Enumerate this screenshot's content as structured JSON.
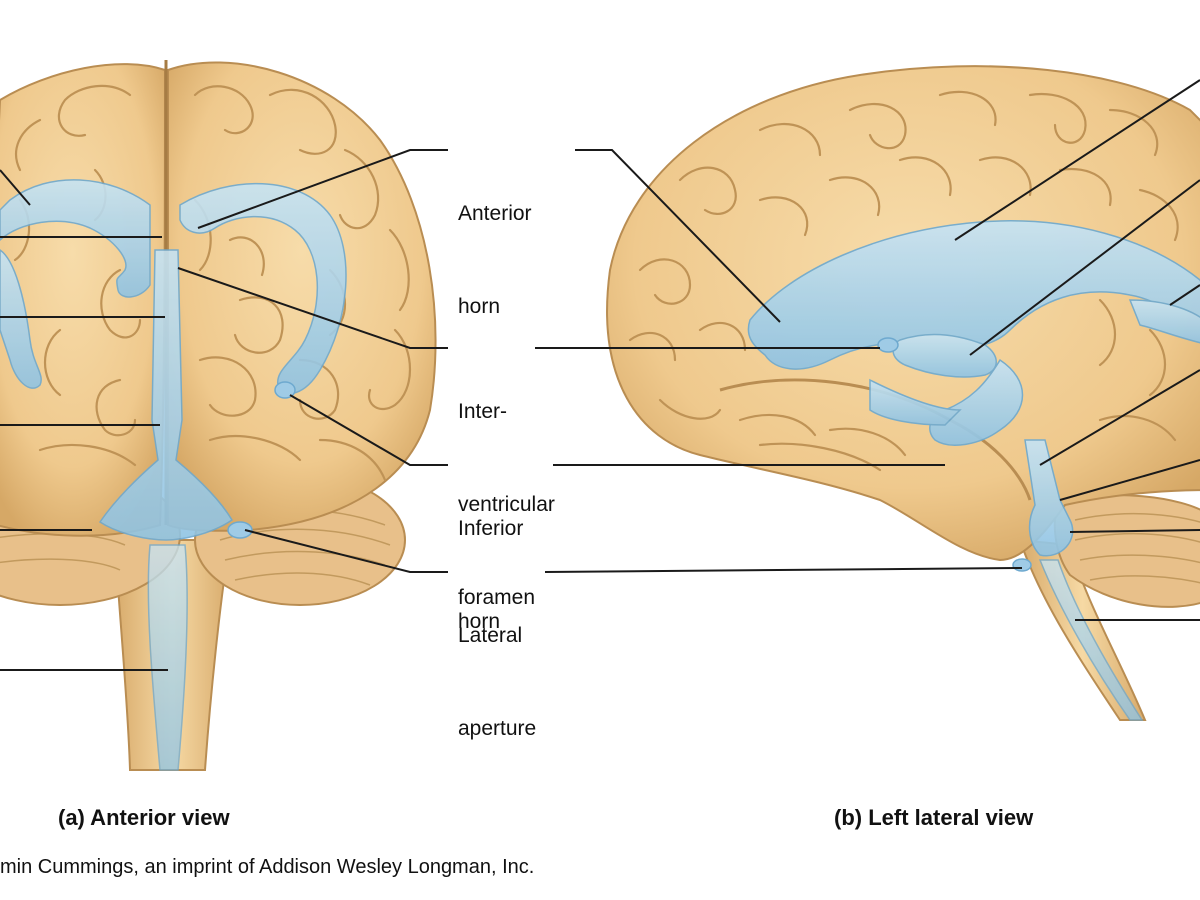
{
  "labels": {
    "anterior_horn": [
      "Anterior",
      "horn"
    ],
    "interventricular_foramen": [
      "Inter-",
      "ventricular",
      "foramen"
    ],
    "inferior_horn": [
      "Inferior",
      "horn"
    ],
    "lateral_aperture": [
      "Lateral",
      "aperture"
    ]
  },
  "captions": {
    "a": "(a) Anterior view",
    "b": "(b) Left lateral view"
  },
  "credit": "min Cummings, an imprint of Addison Wesley Longman, Inc.",
  "colors": {
    "brain": "#f0cc93",
    "brain_shadow": "#d9ab6a",
    "sulcus": "#b98d52",
    "ventricle": "#a9d3ea",
    "ventricle_edge": "#6ea9cf",
    "leader": "#1a1a1a"
  }
}
